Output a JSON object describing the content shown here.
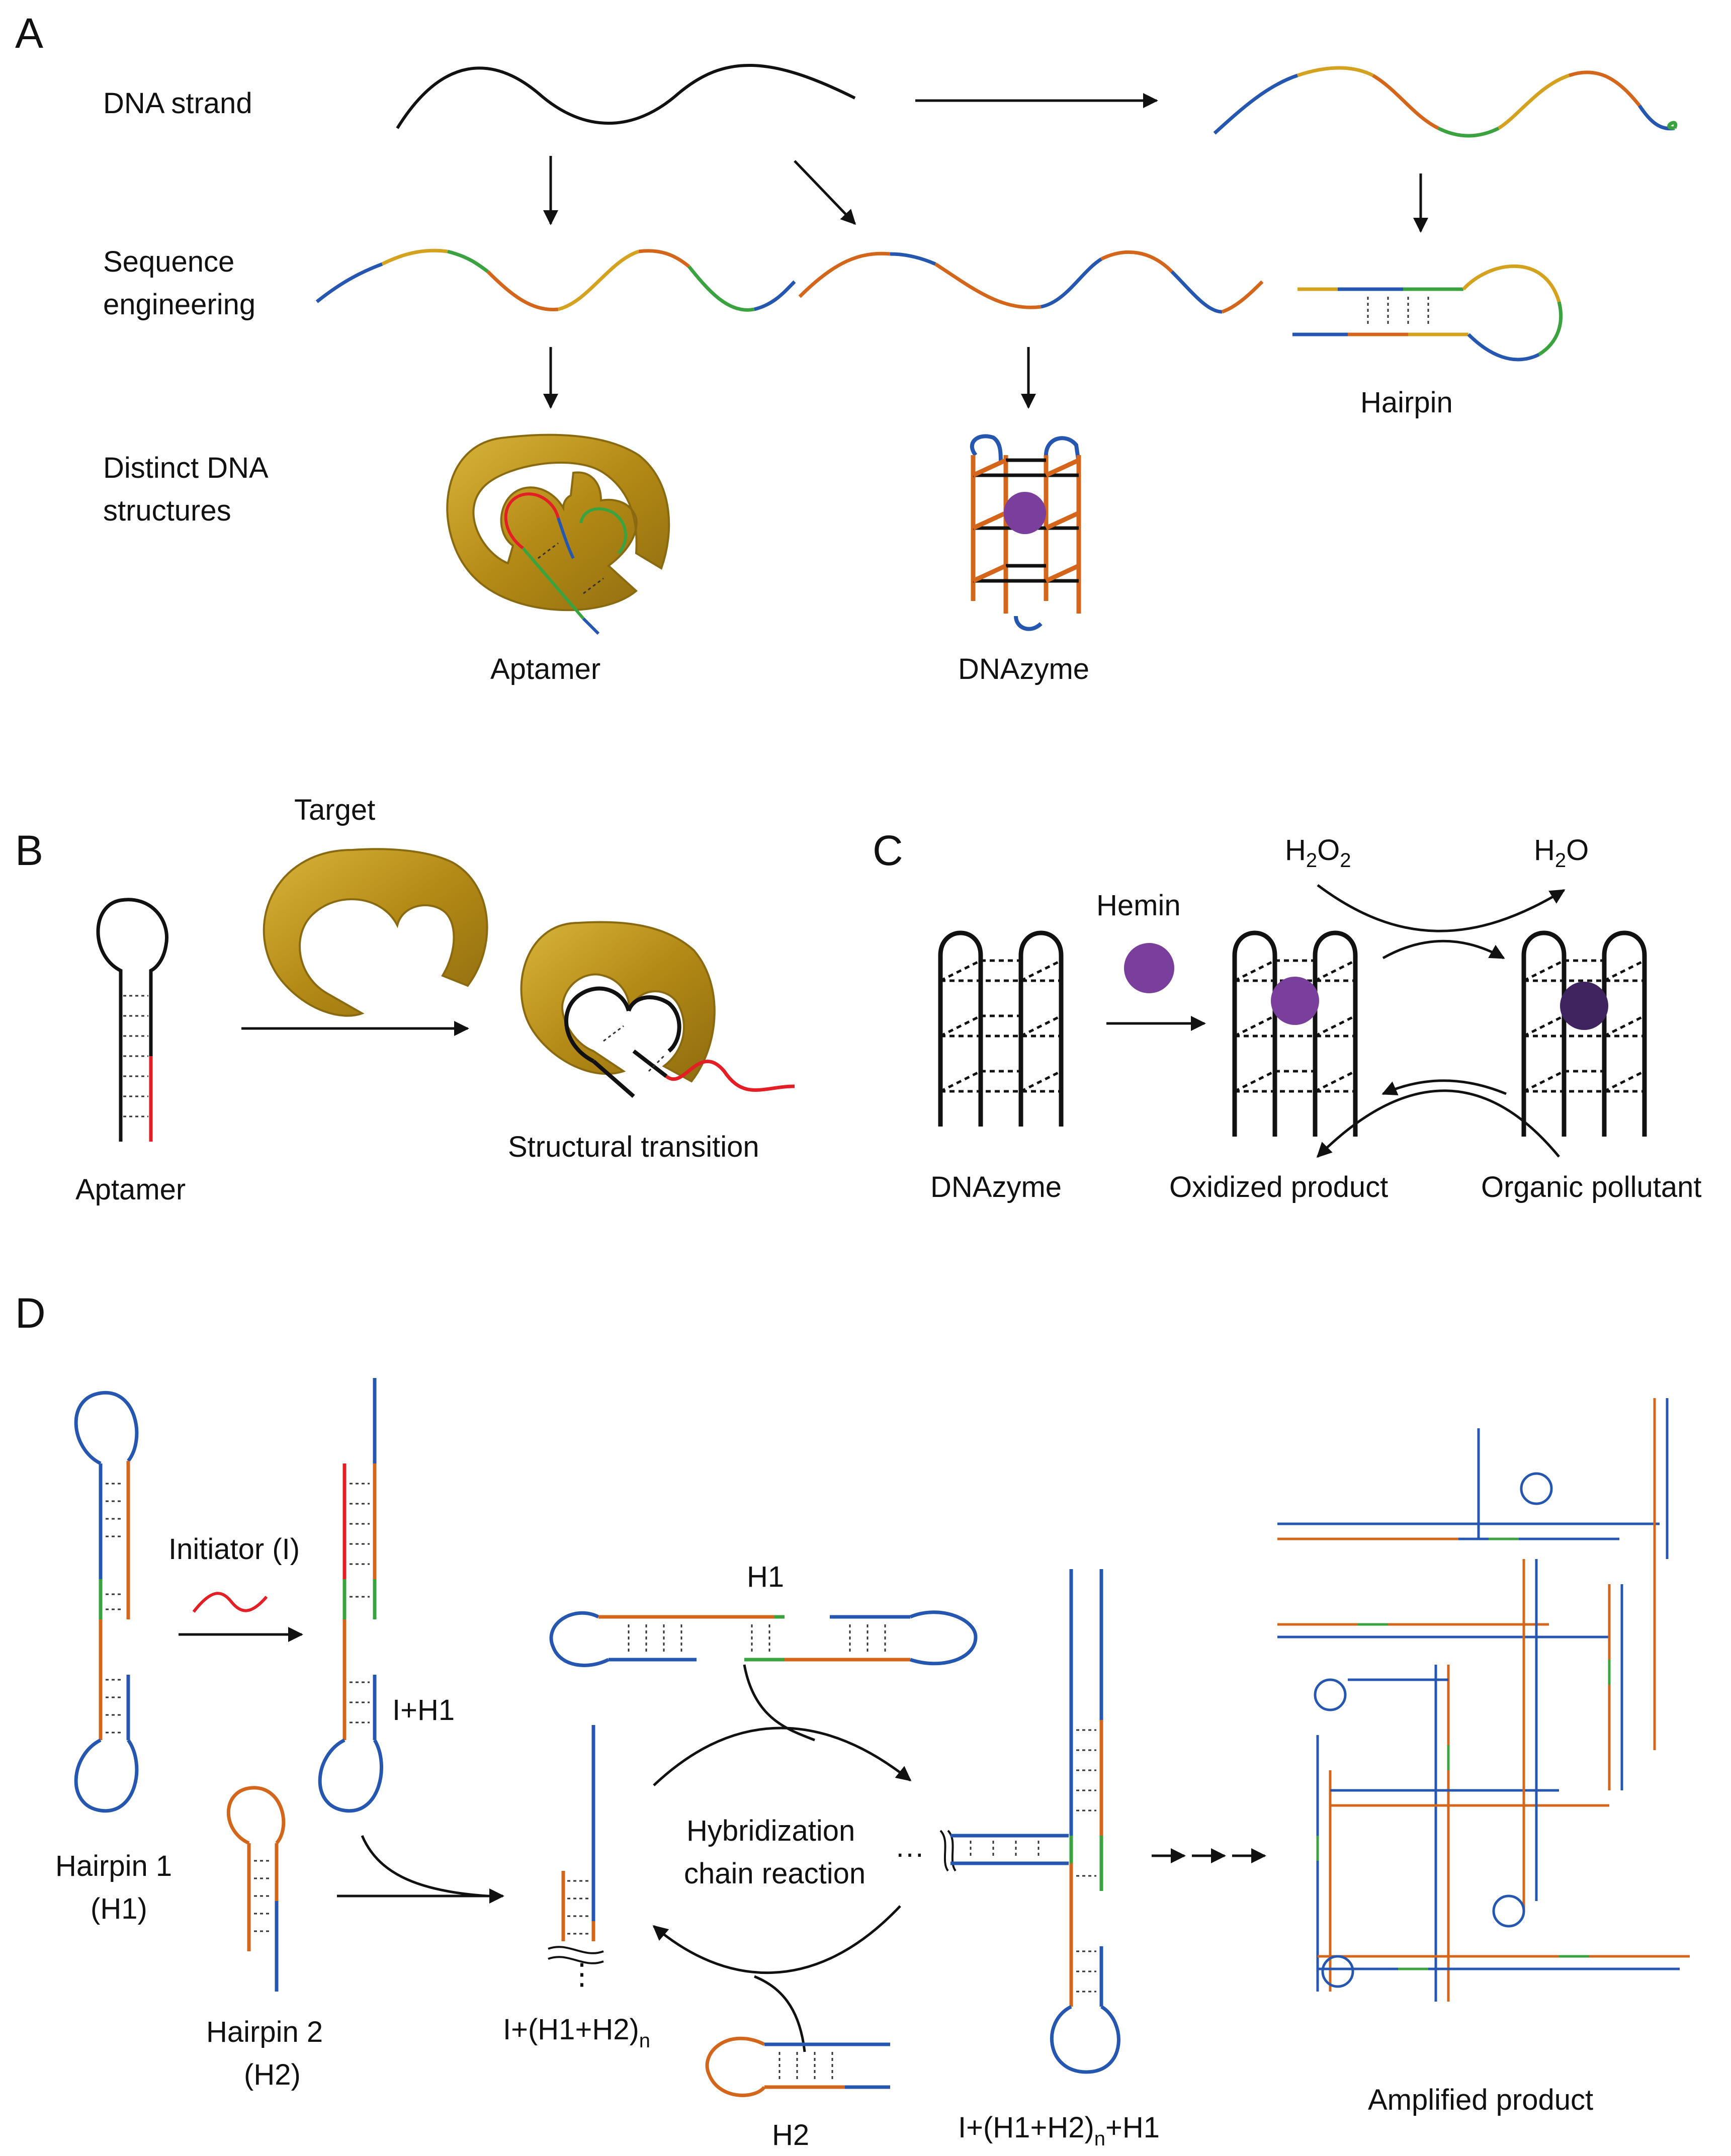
{
  "colors": {
    "blue": "#2657b0",
    "orange": "#d4661b",
    "green": "#3aa340",
    "yellow": "#d4a21f",
    "red": "#e31e24",
    "purple": "#7a3f9c",
    "dark_purple": "#3f2460",
    "gold": "#b8921e"
  },
  "panelA": {
    "letter": "A",
    "dna_strand": "DNA strand",
    "seq_line1": "Sequence",
    "seq_line2": "engineering",
    "distinct_line1": "Distinct DNA",
    "distinct_line2": "structures",
    "aptamer": "Aptamer",
    "dnazyme": "DNAzyme",
    "hairpin": "Hairpin"
  },
  "panelB": {
    "letter": "B",
    "target": "Target",
    "aptamer": "Aptamer",
    "structural_transition": "Structural transition"
  },
  "panelC": {
    "letter": "C",
    "hemin": "Hemin",
    "h2o2_main": "H",
    "h2o2_sub1": "2",
    "h2o2_mid": "O",
    "h2o2_sub2": "2",
    "h2o_main": "H",
    "h2o_sub": "2",
    "h2o_end": "O",
    "dnazyme": "DNAzyme",
    "oxidized_product": "Oxidized product",
    "organic_pollutant": "Organic pollutant"
  },
  "panelD": {
    "letter": "D",
    "initiator": "Initiator (I)",
    "i_h1": "I+H1",
    "h1": "H1",
    "h2": "H2",
    "hairpin1_line1": "Hairpin 1",
    "hairpin1_line2": "(H1)",
    "hairpin2_line1": "Hairpin 2",
    "hairpin2_line2": "(H2)",
    "hcr_line1": "Hybridization",
    "hcr_line2": "chain reaction",
    "i_h1h2_n": "I+(H1+H2)",
    "sub_n": "n",
    "i_h1h2_n_h1_a": "I+(H1+H2)",
    "i_h1h2_n_h1_b": "+H1",
    "amplified_product": "Amplified product",
    "ellipsis": "···"
  }
}
